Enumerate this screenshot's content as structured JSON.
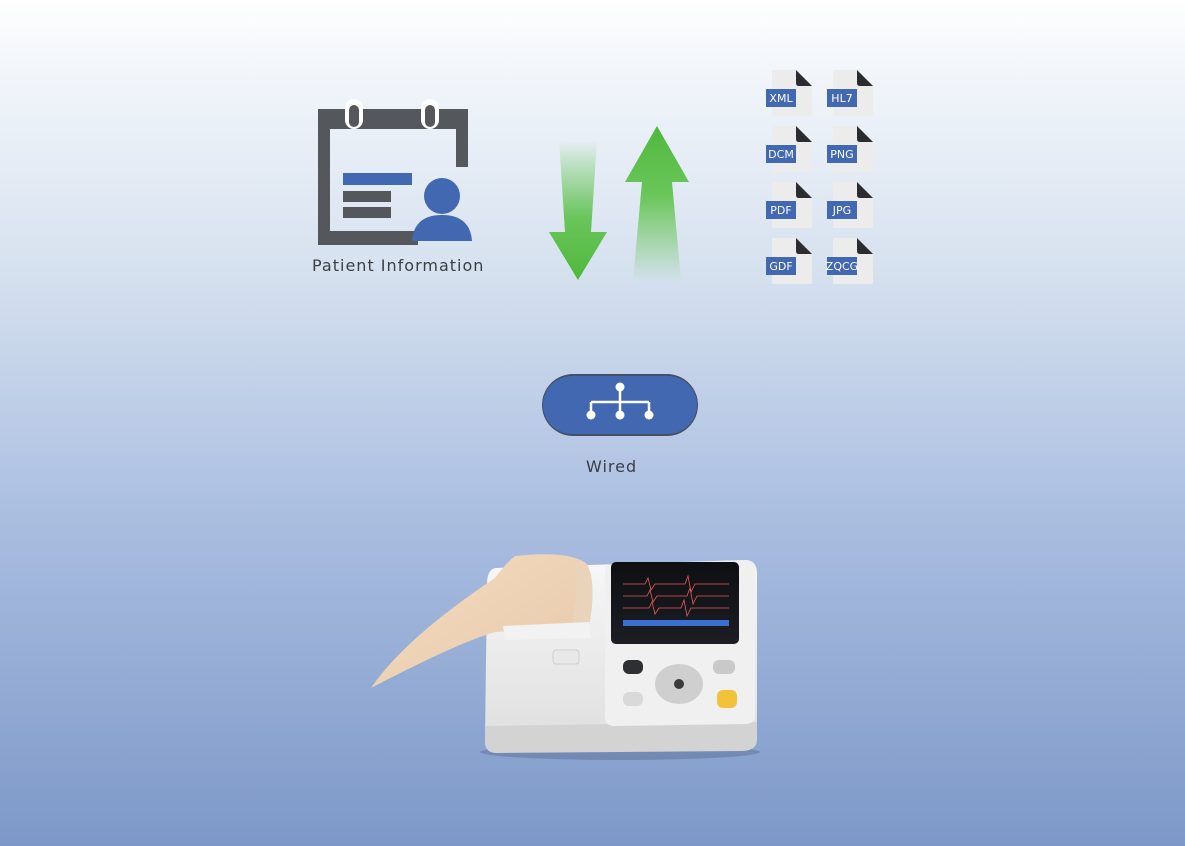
{
  "patient": {
    "label": "Patient Information"
  },
  "files": [
    {
      "label": "XML"
    },
    {
      "label": "HL7"
    },
    {
      "label": "DCM"
    },
    {
      "label": "PNG"
    },
    {
      "label": "PDF"
    },
    {
      "label": "JPG"
    },
    {
      "label": "GDF"
    },
    {
      "label": "ZQCG"
    }
  ],
  "network": {
    "label": "Wired"
  },
  "colors": {
    "accent_blue": "#4168b0",
    "dark_gray": "#54575c",
    "arrow_green": "#5dc24a"
  },
  "icons": [
    "calendar-icon",
    "user-icon",
    "download-arrow-icon",
    "upload-arrow-icon",
    "file-icon",
    "network-icon",
    "ecg-device-image"
  ]
}
